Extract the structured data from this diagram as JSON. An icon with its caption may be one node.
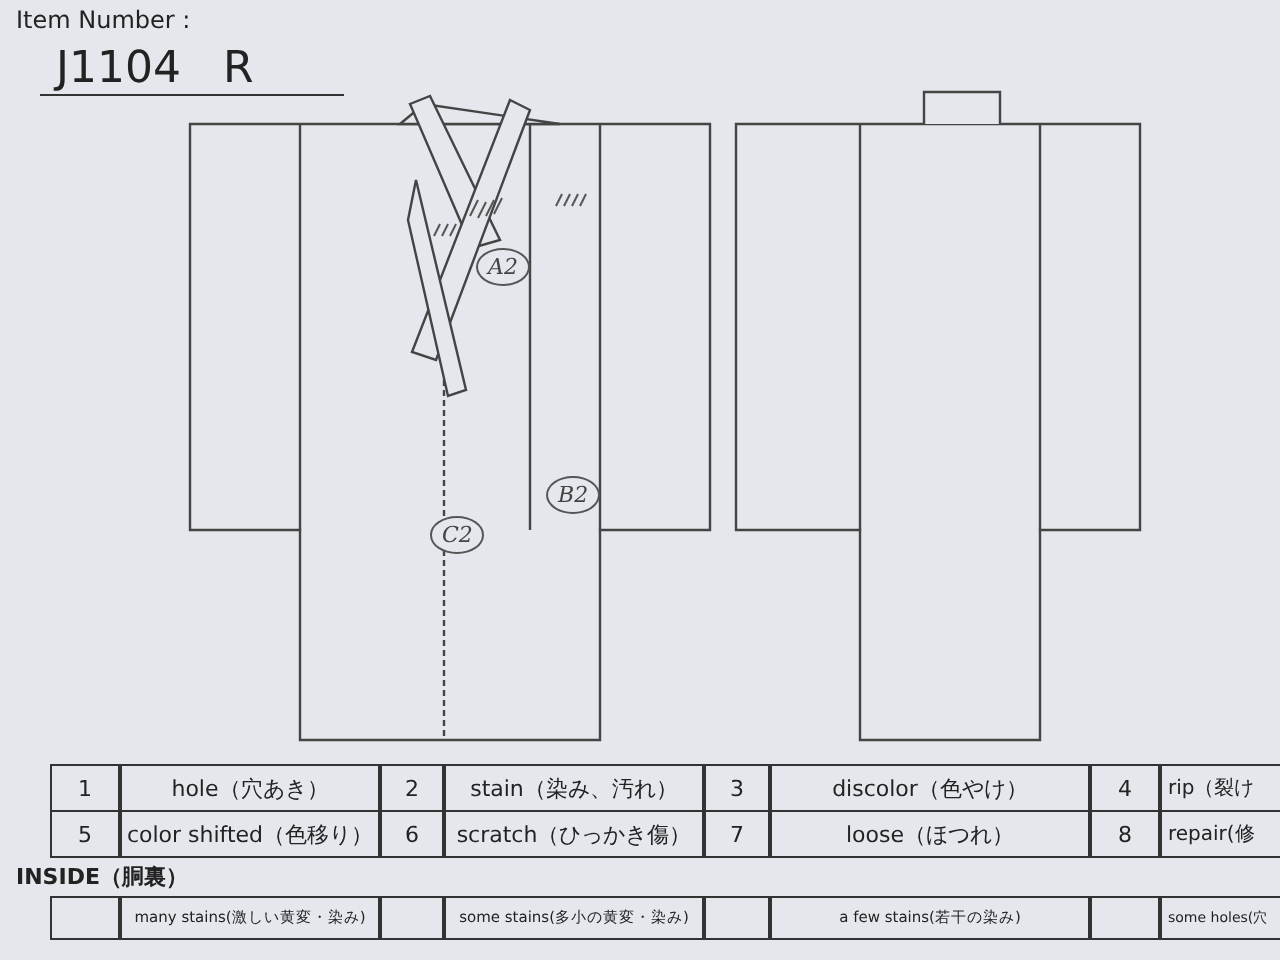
{
  "diagram": {
    "labels": [
      "Item Number :",
      "J1104 R",
      "A2",
      "B2",
      "C2",
      "1",
      "hole（穴あき）",
      "2",
      "stain（染み、汚れ）",
      "3",
      "discolor（色やけ）",
      "4",
      "rip（裂け",
      "5",
      "color shifted（色移り）",
      "6",
      "scratch（ひっかき傷）",
      "7",
      "loose（ほつれ）",
      "8",
      "repair(修",
      "INSIDE（胴裏）",
      "many stains(激しい黄変・染み)",
      "some stains(多小の黄変・染み)",
      "a few stains(若干の染み)",
      "some holes(穴"
    ]
  }
}
